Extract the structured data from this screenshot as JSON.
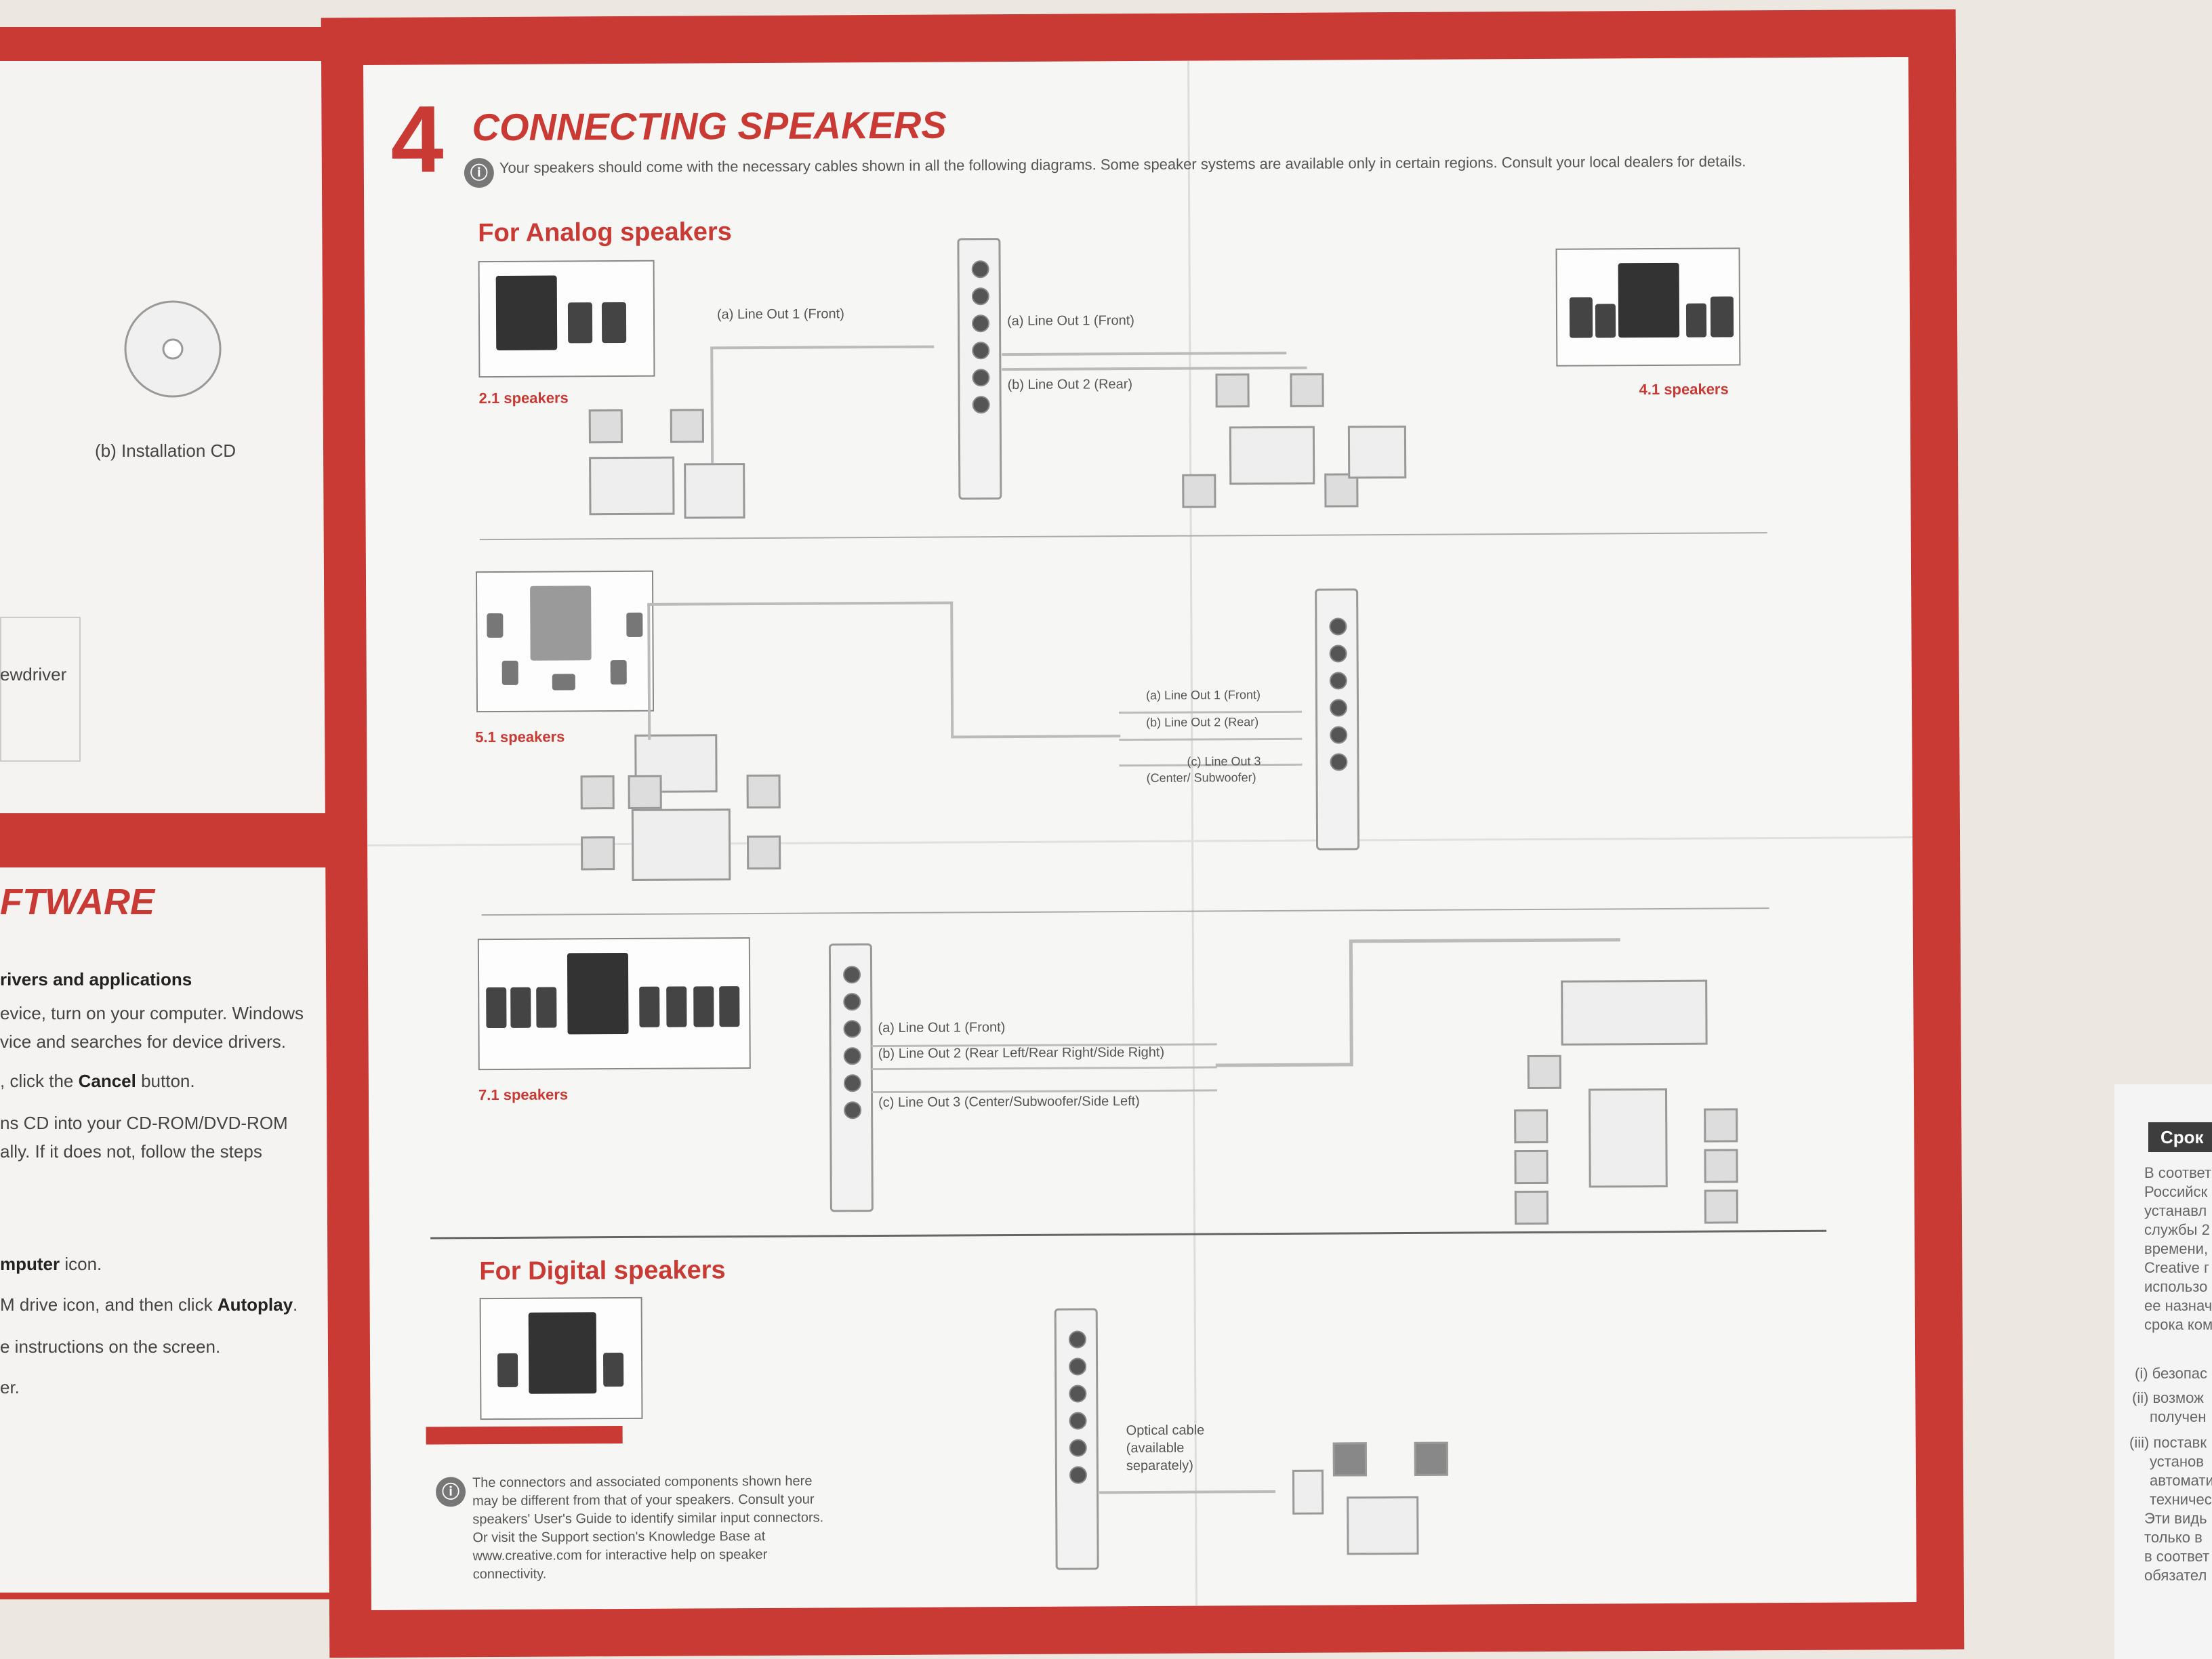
{
  "left_page": {
    "cd_label": "(b)   Installation CD",
    "screwdriver": "ewdriver",
    "heading": "FTWARE",
    "subheading": "rivers and applications",
    "line1": "evice, turn on your computer. Windows",
    "line2": "vice and searches for device drivers.",
    "line3a": ", click the ",
    "line3b": "Cancel",
    "line3c": " button.",
    "line4": "ns CD into your CD-ROM/DVD-ROM",
    "line5": "ally. If it does not, follow the steps",
    "line6a": "mputer",
    "line6b": " icon.",
    "line7a": "M drive icon, and then click ",
    "line7b": "Autoplay",
    "line7c": ".",
    "line8": "e instructions on the screen.",
    "line9": "er."
  },
  "main": {
    "step_number": "4",
    "title": "CONNECTING SPEAKERS",
    "intro": "Your speakers should come with the necessary cables shown in all the following diagrams. Some speaker systems are available only in certain regions. Consult your local dealers for details.",
    "analog_heading": "For Analog speakers",
    "digital_heading": "For Digital speakers",
    "caption_21": "2.1 speakers",
    "caption_41": "4.1 speakers",
    "caption_51": "5.1 speakers",
    "caption_71": "7.1 speakers",
    "lbl_21_a": "(a)  Line Out 1 (Front)",
    "lbl_41_a": "(a)  Line Out 1 (Front)",
    "lbl_41_b": "(b)  Line Out 2 (Rear)",
    "lbl_51_a": "(a) Line Out 1 (Front)",
    "lbl_51_b": "(b) Line Out 2 (Rear)",
    "lbl_51_c1": "(c) Line Out 3",
    "lbl_51_c2": "(Center/ Subwoofer)",
    "lbl_71_a": "(a) Line Out 1 (Front)",
    "lbl_71_b": "(b) Line Out 2 (Rear Left/Rear Right/Side Right)",
    "lbl_71_c": "(c) Line Out 3 (Center/Subwoofer/Side Left)",
    "optical1": "Optical cable",
    "optical2": "(available",
    "optical3": "separately)",
    "bottom_note": "The connectors and associated components shown here may be different from that of your speakers. Consult your speakers' User's Guide to identify similar input connectors. Or visit the Support section's Knowledge Base at www.creative.com for interactive help on speaker connectivity."
  },
  "right_sheet": {
    "tab": "Срок",
    "l1": "В соответ",
    "l2": "Российск",
    "l3": "устанавл",
    "l4": "службы 2",
    "l5": "времени,",
    "l6": "Creative г",
    "l7": "использо",
    "l8": "ее назнач",
    "l9": "срока ком",
    "l10": "(i)  безопас",
    "l11": "(ii) возмож",
    "l12": "получен",
    "l13": "(iii) поставк",
    "l14": "установ",
    "l15": "автомати",
    "l16": "техничес",
    "l17": "Эти видь",
    "l18": "только в",
    "l19": "в соответ",
    "l20": "обязател"
  }
}
